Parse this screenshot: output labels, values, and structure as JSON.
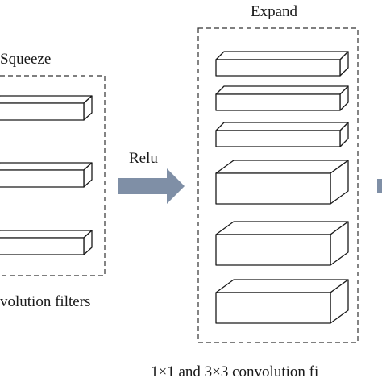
{
  "squeeze": {
    "title": "Squeeze",
    "caption": "volution filters"
  },
  "arrow": {
    "label": "Relu",
    "color": "#7f8fa6"
  },
  "expand": {
    "title": "Expand",
    "caption": "1×1 and 3×3 convolution fi"
  }
}
